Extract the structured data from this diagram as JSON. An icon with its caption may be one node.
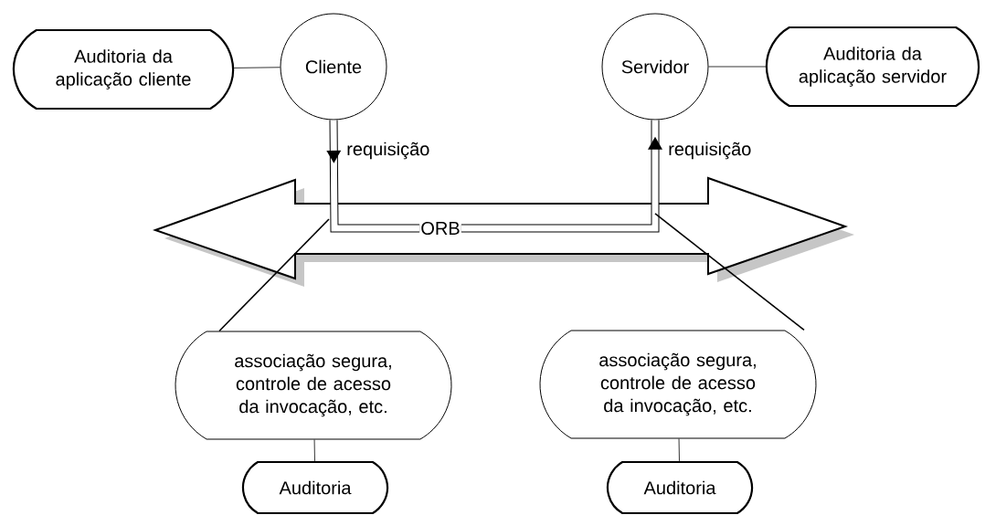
{
  "diagram": {
    "nodes": [
      {
        "text": [
          "Auditoria da aplicação cliente"
        ]
      },
      {
        "text": [
          "Cliente"
        ]
      },
      {
        "text": [
          "Servidor"
        ]
      },
      {
        "text": [
          "Auditoria da aplicação servidor"
        ]
      },
      {
        "text": [
          "ORB"
        ]
      },
      {
        "text": [
          "associação segura, controle de acesso da invocação, etc."
        ]
      },
      {
        "text": [
          "Auditoria"
        ]
      },
      {
        "text": [
          "associação segura, controle de acesso da invocação, etc."
        ]
      },
      {
        "text": [
          "Auditoria"
        ]
      }
    ],
    "edges": [
      {
        "from": 0,
        "to": 1,
        "arrow": "none"
      },
      {
        "from": 2,
        "to": 3,
        "arrow": "none"
      },
      {
        "from": 1,
        "to": 4,
        "arrow": "to",
        "label": "requisição",
        "style": "thick"
      },
      {
        "from": 4,
        "to": 2,
        "arrow": "to",
        "label": "requisição",
        "style": "thick"
      },
      {
        "from": 5,
        "to": 4,
        "arrow": "none"
      },
      {
        "from": 7,
        "to": 4,
        "arrow": "none"
      },
      {
        "from": 5,
        "to": 6,
        "arrow": "none"
      },
      {
        "from": 7,
        "to": 8,
        "arrow": "none"
      }
    ]
  }
}
